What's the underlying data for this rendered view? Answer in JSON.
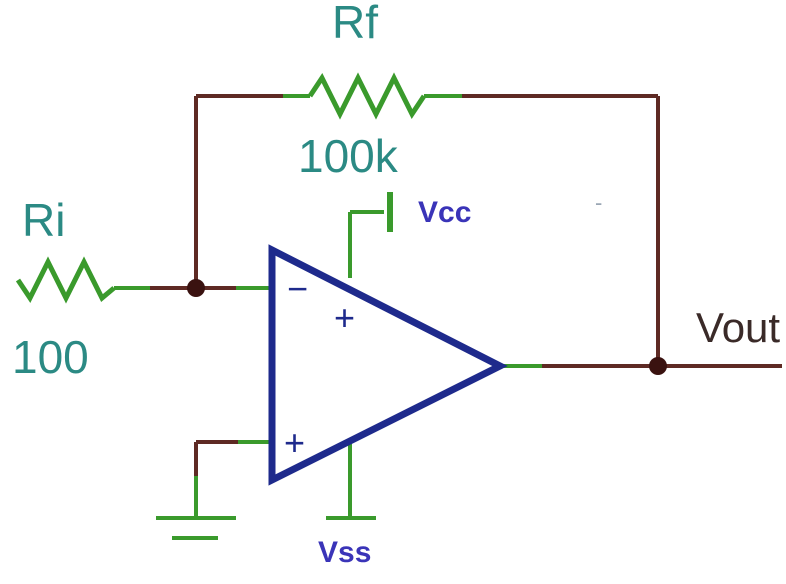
{
  "colors": {
    "wire_brown": "#5e2a24",
    "wire_green": "#3a9a2c",
    "opamp_blue": "#1e2a8c",
    "label_teal": "#2b8a84",
    "label_blue": "#3a34b8",
    "label_dark": "#3a2a28",
    "node_dot": "#3a1210"
  },
  "labels": {
    "rf_name": "Rf",
    "rf_value": "100k",
    "ri_name": "Ri",
    "ri_value": "100",
    "vcc": "Vcc",
    "vss": "Vss",
    "vout": "Vout",
    "minus_input": "−",
    "plus_input": "+",
    "plus_supply": "+",
    "stray_mark": "-"
  }
}
